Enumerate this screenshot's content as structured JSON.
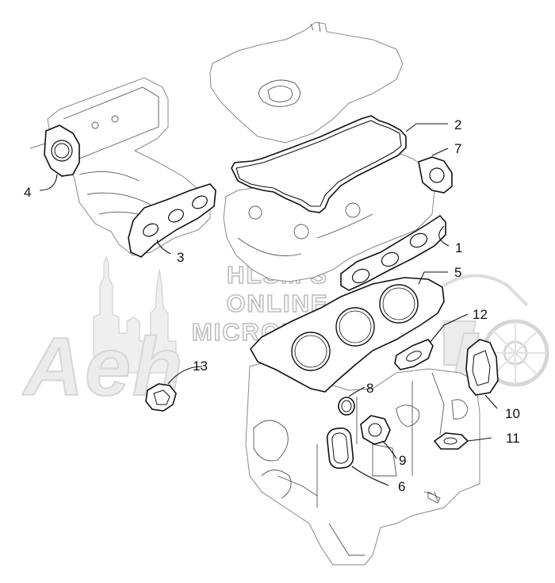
{
  "watermark": {
    "lines": [
      "HLSM'S",
      "ONLINE",
      "MICROFICHE"
    ],
    "logo": "Aeh"
  },
  "callouts": [
    "1",
    "2",
    "3",
    "4",
    "5",
    "6",
    "7",
    "8",
    "9",
    "10",
    "11",
    "12",
    "13"
  ]
}
